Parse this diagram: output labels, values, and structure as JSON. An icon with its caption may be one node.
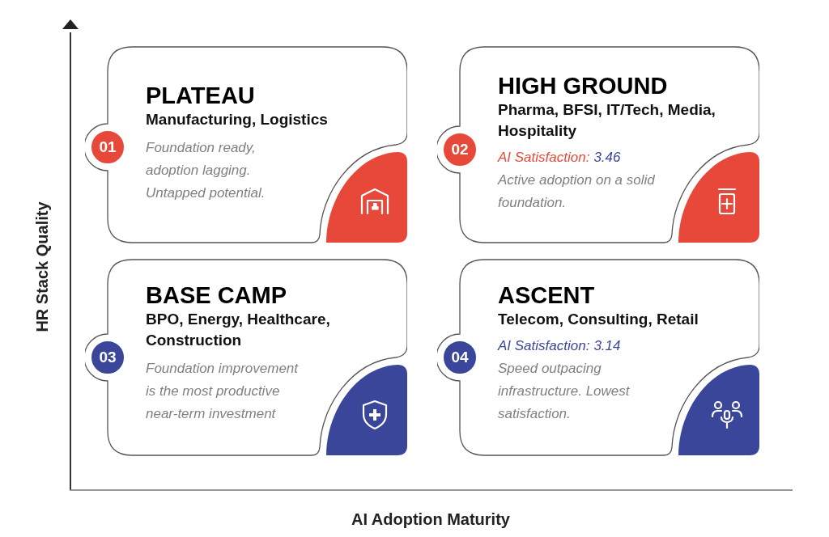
{
  "diagram": {
    "nodes": [
      {
        "text": [
          "PLATEAU",
          "Manufacturing, Logistics",
          "Foundation ready, adoption lagging. Untapped potential."
        ]
      },
      {
        "text": [
          "01"
        ],
        "in": 0
      },
      {
        "text": [
          "HIGH GROUND",
          "Pharma, BFSI, IT/Tech, Media, Hospitality",
          "AI Satisfaction:",
          "3.46",
          "Active adoption on a solid foundation."
        ]
      },
      {
        "text": [
          "02"
        ],
        "in": 2
      },
      {
        "text": [
          "BASE CAMP",
          "BPO, Energy, Healthcare, Construction",
          "Foundation improvement is the most productive near-term investment"
        ]
      },
      {
        "text": [
          "03"
        ],
        "in": 4
      },
      {
        "text": [
          "ASCENT",
          "Telecom, Consulting, Retail",
          "AI Satisfaction:",
          "3.14",
          "Speed outpacing infrastructure. Lowest satisfaction."
        ]
      },
      {
        "text": [
          "04"
        ],
        "in": 6
      }
    ],
    "labels": [
      "HR Stack Quality",
      "AI Adoption Maturity"
    ]
  }
}
